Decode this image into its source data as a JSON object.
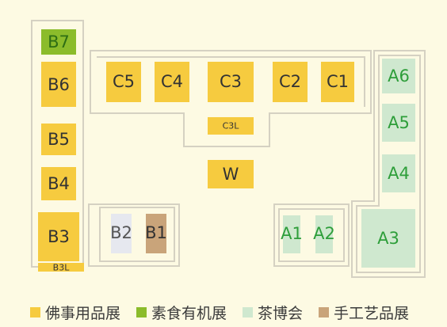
{
  "colors": {
    "background": "#fdfae3",
    "wall": "#d5d1c2",
    "wall_fill": "#fdfae3",
    "buddhist": "#f6cb3f",
    "vegetarian": "#8bbc2b",
    "tea": "#cfe8cf",
    "handicraft": "#c9a47a",
    "neutral": "#e6e8ef",
    "text_dark": "#333333",
    "text_green": "#2e9e3a"
  },
  "booths": {
    "B7": "B7",
    "B6": "B6",
    "B5": "B5",
    "B4": "B4",
    "B3": "B3",
    "B3L": "B3L",
    "B2": "B2",
    "B1": "B1",
    "C5": "C5",
    "C4": "C4",
    "C3": "C3",
    "C2": "C2",
    "C1": "C1",
    "C3L": "C3L",
    "W": "W",
    "A1": "A1",
    "A2": "A2",
    "A3": "A3",
    "A4": "A4",
    "A5": "A5",
    "A6": "A6"
  },
  "legend": [
    {
      "label": "佛事用品展",
      "color": "#f6cb3f"
    },
    {
      "label": "素食有机展",
      "color": "#8bbc2b"
    },
    {
      "label": "茶博会",
      "color": "#cfe8cf"
    },
    {
      "label": "手工艺品展",
      "color": "#c9a47a"
    }
  ]
}
